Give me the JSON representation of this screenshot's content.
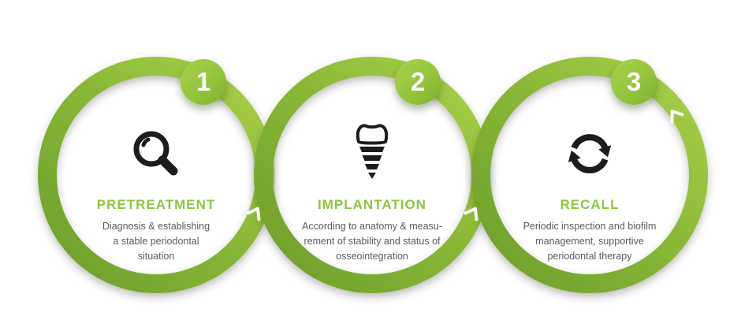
{
  "steps": [
    {
      "number": "1",
      "title": "PRETREATMENT",
      "description": "Diagnosis & establishing\na stable periodontal\nsituation",
      "icon": "magnifier-icon"
    },
    {
      "number": "2",
      "title": "IMPLANTATION",
      "description": "According to anatomy & measu-\nrement of stability and status of\nosseointegration",
      "icon": "implant-icon"
    },
    {
      "number": "3",
      "title": "RECALL",
      "description": "Periodic inspection and biofilm\nmanagement, supportive\nperiodontal therapy",
      "icon": "recall-icon"
    }
  ],
  "colors": {
    "ring_dark": "#6d9e2b",
    "ring_light": "#abd24a",
    "badge_green": "#8fc13a",
    "title_green": "#8cc63f",
    "body_text": "#5a5b5e",
    "icon_black": "#1c1c1c"
  }
}
